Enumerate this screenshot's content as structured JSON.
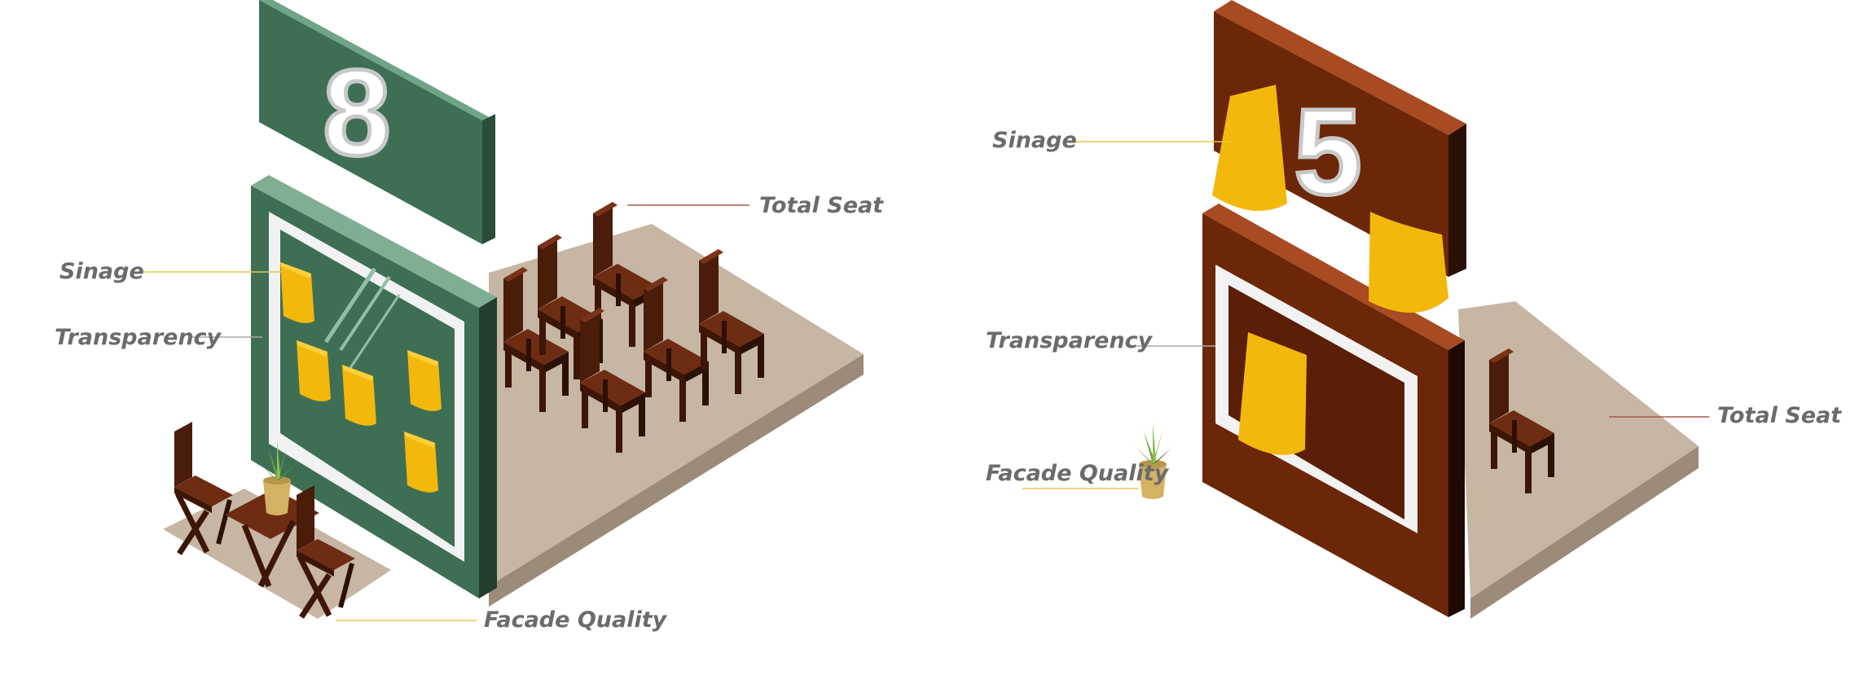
{
  "left_scene": {
    "sign_number": "8",
    "labels": {
      "sinage": "Sinage",
      "transparency": "Transparency",
      "total_seat": "Total Seat",
      "facade_quality": "Facade Quality"
    },
    "colors": {
      "facade": "#3e6f55",
      "facade_side": "#2a4d3a",
      "facade_top": "#7fae93",
      "chair": "#5a2410",
      "note": "#f3b80c",
      "floor": "#c6b6a3"
    }
  },
  "right_scene": {
    "sign_number": "5",
    "labels": {
      "sinage": "Sinage",
      "transparency": "Transparency",
      "total_seat": "Total Seat",
      "facade_quality": "Facade Quality"
    },
    "colors": {
      "facade": "#6b2708",
      "facade_side": "#2a1006",
      "facade_top": "#a84a22",
      "chair": "#5a2410",
      "note": "#f3b80c",
      "floor": "#c6b6a3"
    }
  }
}
